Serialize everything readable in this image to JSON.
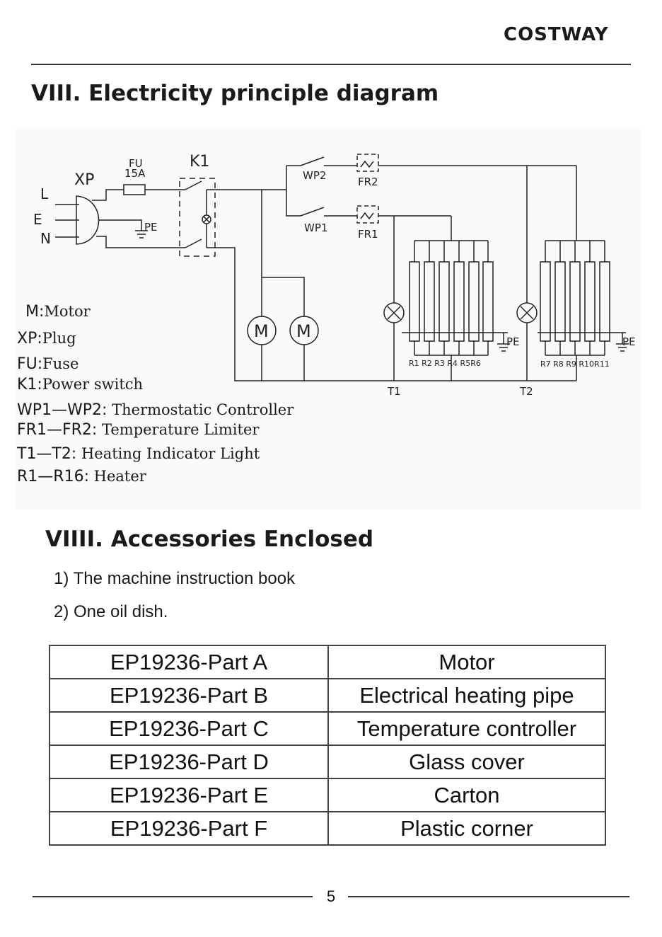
{
  "header": {
    "brand": "COSTWAY"
  },
  "section8": {
    "title": "VIII. Electricity principle diagram",
    "diagram_labels": {
      "L": "L",
      "E": "E",
      "N": "N",
      "XP": "XP",
      "FU": "FU",
      "fuse_rating": "15A",
      "K1": "K1",
      "PE": "PE",
      "WP2": "WP2",
      "WP1": "WP1",
      "FR2": "FR2",
      "FR1": "FR1",
      "M": "M",
      "T1": "T1",
      "T2": "T2",
      "heater_group1": "R1 R2 R3 R4 R5R6",
      "heater_group2": "R7 R8 R9 R10R11"
    },
    "legend": [
      {
        "code": "M:",
        "desc": "Motor"
      },
      {
        "code": "XP:",
        "desc": "Plug"
      },
      {
        "code": "FU:",
        "desc": "Fuse"
      },
      {
        "code": "K1:",
        "desc": "Power switch"
      },
      {
        "code": "WP1—WP2:",
        "desc": " Thermostatic Controller"
      },
      {
        "code": "FR1—FR2:",
        "desc": "  Temperature Limiter"
      },
      {
        "code": "T1—T2:",
        "desc": " Heating Indicator Light"
      },
      {
        "code": "R1—R16:",
        "desc": " Heater"
      }
    ]
  },
  "section9": {
    "title": "VIIII. Accessories Enclosed",
    "items": [
      "1) The machine instruction book",
      "2) One oil dish."
    ],
    "table": [
      {
        "part": "EP19236-Part A",
        "name": "Motor"
      },
      {
        "part": "EP19236-Part B",
        "name": "Electrical heating pipe"
      },
      {
        "part": "EP19236-Part C",
        "name": "Temperature controller"
      },
      {
        "part": "EP19236-Part D",
        "name": "Glass cover"
      },
      {
        "part": "EP19236-Part E",
        "name": "Carton"
      },
      {
        "part": "EP19236-Part F",
        "name": "Plastic corner"
      }
    ]
  },
  "footer": {
    "page_number": "5"
  }
}
